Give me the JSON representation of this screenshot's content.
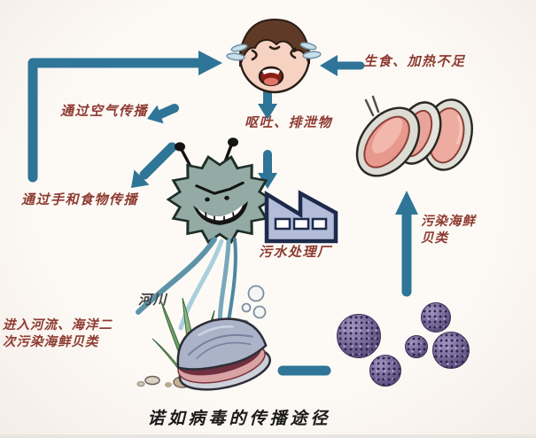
{
  "title": {
    "text": "诺如病毒的传播途径"
  },
  "labels": {
    "air": "通过空气传播",
    "hand_food": "通过手和食物传播",
    "river_secondary_1": "进入河流、海洋二",
    "river_secondary_2": "次污染海鲜贝类",
    "raw_food": "生食、加热不足",
    "vomit_excreta": "呕吐、排泄物",
    "sewage_plant": "污水处理厂",
    "contaminated_seafood_1": "污染海鲜",
    "contaminated_seafood_2": "贝类",
    "river": "河川"
  },
  "colors": {
    "arrow": "#2f7597",
    "label_red": "#8e3a30",
    "river_label": "#3f3f3f",
    "title": "#1a1a1a",
    "virus_cartoon_body": "#93aba4",
    "factory_fill": "#b3bcd9",
    "factory_outline": "#1d2a4a",
    "norovirus_purple": "#6a5b8d"
  }
}
